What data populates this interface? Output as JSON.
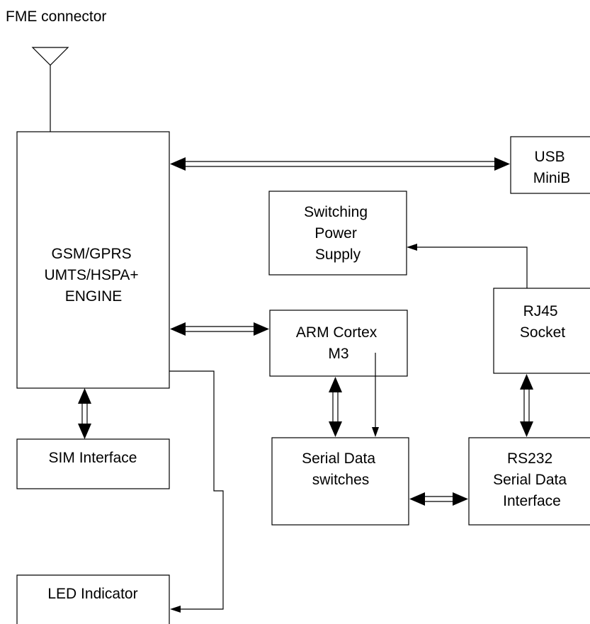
{
  "antenna": {
    "label": "FME connector",
    "icon": "antenna-icon"
  },
  "blocks": {
    "engine": {
      "lines": [
        "GSM/GPRS",
        "UMTS/HSPA+",
        "ENGINE"
      ]
    },
    "usb": {
      "lines": [
        "USB",
        "MiniB"
      ]
    },
    "power": {
      "lines": [
        "Switching",
        "Power",
        "Supply"
      ]
    },
    "rj45": {
      "lines": [
        "RJ45",
        "Socket"
      ]
    },
    "arm": {
      "lines": [
        "ARM Cortex",
        "M3"
      ]
    },
    "sim": {
      "lines": [
        "SIM Interface"
      ]
    },
    "switches": {
      "lines": [
        "Serial Data",
        "switches"
      ]
    },
    "rs232": {
      "lines": [
        "RS232",
        "Serial Data",
        "Interface"
      ]
    },
    "led": {
      "lines": [
        "LED Indicator"
      ]
    }
  },
  "colors": {
    "stroke": "#000000",
    "background": "#ffffff"
  }
}
